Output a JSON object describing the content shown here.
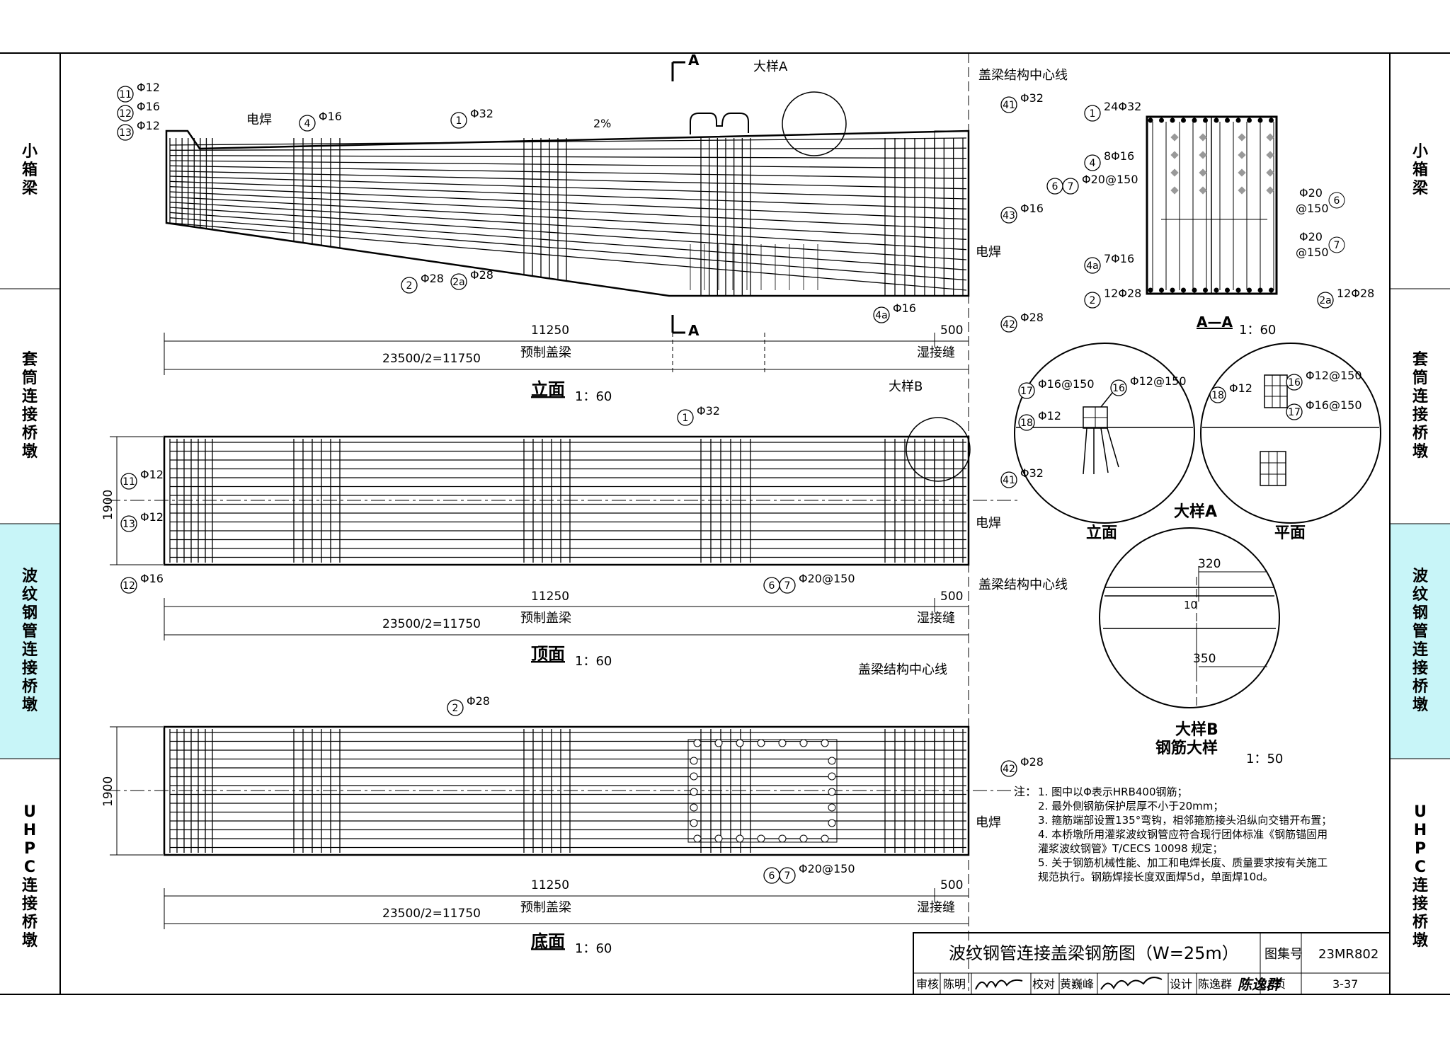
{
  "side_tabs": {
    "left": [
      {
        "label": "小箱梁",
        "active": false
      },
      {
        "label": "套筒连接桥墩",
        "active": false
      },
      {
        "label": "波纹钢管连接桥墩",
        "active": true
      },
      {
        "label": "UHPC连接桥墩",
        "active": false
      }
    ],
    "right": [
      {
        "label": "小箱梁",
        "active": false
      },
      {
        "label": "套筒连接桥墩",
        "active": false
      },
      {
        "label": "波纹钢管连接桥墩",
        "active": true
      },
      {
        "label": "UHPC连接桥墩",
        "active": false
      }
    ],
    "active_color": "#c8f5f8"
  },
  "elevation": {
    "title": "立面",
    "scale": "1：60",
    "section_mark": "A",
    "detail_a_label": "大样A",
    "centerline": "盖梁结构中心线",
    "slope": "2%",
    "weld": "电焊",
    "weld_right": "电焊",
    "callouts_left": [
      {
        "num": "11",
        "bar": "Φ12"
      },
      {
        "num": "12",
        "bar": "Φ16"
      },
      {
        "num": "13",
        "bar": "Φ12"
      }
    ],
    "callout_4": {
      "num": "4",
      "bar": "Φ16"
    },
    "callout_1": {
      "num": "1",
      "bar": "Φ32"
    },
    "callouts_right": [
      {
        "num": "41",
        "bar": "Φ32"
      },
      {
        "num": "6 7",
        "bar": "Φ20@150"
      },
      {
        "num": "43",
        "bar": "Φ16"
      },
      {
        "num": "42",
        "bar": "Φ28"
      }
    ],
    "callout_2": {
      "num": "2",
      "bar": "Φ28"
    },
    "callout_2a": {
      "num": "2a",
      "bar": "Φ28"
    },
    "callout_4a": {
      "num": "4a",
      "bar": "Φ16"
    },
    "dim_11250": "11250",
    "dim_total": "23500/2=11750",
    "dim_500": "500",
    "label_precast": "预制盖梁",
    "label_joint": "湿接缝"
  },
  "section_aa": {
    "title": "A—A",
    "scale": "1：60",
    "callouts": [
      {
        "num": "1",
        "bar": "24Φ32"
      },
      {
        "num": "4",
        "bar": "8Φ16"
      },
      {
        "num": "4a",
        "bar": "7Φ16"
      },
      {
        "num": "2",
        "bar": "12Φ28"
      },
      {
        "num": "2a",
        "bar": "12Φ28"
      }
    ],
    "stirrup_6": {
      "num": "6",
      "bar": "Φ20",
      "spacing": "@150"
    },
    "stirrup_7": {
      "num": "7",
      "bar": "Φ20",
      "spacing": "@150"
    }
  },
  "top_view": {
    "title": "顶面",
    "scale": "1：60",
    "detail_b_label": "大样B",
    "callout_1": {
      "num": "1",
      "bar": "Φ32"
    },
    "callouts_left": [
      {
        "num": "11",
        "bar": "Φ12"
      },
      {
        "num": "13",
        "bar": "Φ12"
      },
      {
        "num": "12",
        "bar": "Φ16"
      }
    ],
    "callout_41": {
      "num": "41",
      "bar": "Φ32"
    },
    "weld": "电焊",
    "callout_67": {
      "num": "6 7",
      "bar": "Φ20@150"
    },
    "centerline": "盖梁结构中心线",
    "width": "1900",
    "dim_11250": "11250",
    "dim_total": "23500/2=11750",
    "dim_500": "500",
    "label_precast": "预制盖梁",
    "label_joint": "湿接缝"
  },
  "bottom_view": {
    "title": "底面",
    "scale": "1：60",
    "centerline": "盖梁结构中心线",
    "callout_2": {
      "num": "2",
      "bar": "Φ28"
    },
    "callout_42": {
      "num": "42",
      "bar": "Φ28"
    },
    "weld": "电焊",
    "callout_67": {
      "num": "6 7",
      "bar": "Φ20@150"
    },
    "width": "1900",
    "dim_11250": "11250",
    "dim_total": "23500/2=11750",
    "dim_500": "500",
    "label_precast": "预制盖梁",
    "label_joint": "湿接缝"
  },
  "detail_a": {
    "title": "大样A",
    "elev_label": "立面",
    "plan_label": "平面",
    "elev_callouts": [
      {
        "num": "17",
        "bar": "Φ16@150"
      },
      {
        "num": "16",
        "bar": "Φ12@150"
      },
      {
        "num": "18",
        "bar": "Φ12"
      }
    ],
    "plan_callouts": [
      {
        "num": "18",
        "bar": "Φ12"
      },
      {
        "num": "16",
        "bar": "Φ12@150"
      },
      {
        "num": "17",
        "bar": "Φ16@150"
      }
    ]
  },
  "detail_b": {
    "title": "大样B",
    "subtitle": "钢筋大样",
    "scale": "1：50",
    "dim_320": "320",
    "dim_10": "10",
    "dim_350": "350"
  },
  "notes": {
    "prefix": "注：",
    "items": [
      "1. 图中以Φ表示HRB400钢筋；",
      "2. 最外侧钢筋保护层厚不小于20mm；",
      "3. 箍筋端部设置135°弯钩，相邻箍筋接头沿纵向交错开布置；",
      "4. 本桥墩所用灌浆波纹钢管应符合现行团体标准《钢筋锚固用",
      "    灌浆波纹钢管》T/CECS 10098 规定；",
      "5. 关于钢筋机械性能、加工和电焊长度、质量要求按有关施工",
      "    规范执行。钢筋焊接长度双面焊5d，单面焊10d。"
    ]
  },
  "title_block": {
    "title": "波纹钢管连接盖梁钢筋图（W=25m）",
    "atlas_label": "图集号",
    "atlas_no": "23MR802",
    "review_label": "审核",
    "reviewer": "陈明",
    "check_label": "校对",
    "checker": "黄巍峰",
    "design_label": "设计",
    "designer": "陈逸群",
    "page_label": "页",
    "page_no": "3-37"
  }
}
